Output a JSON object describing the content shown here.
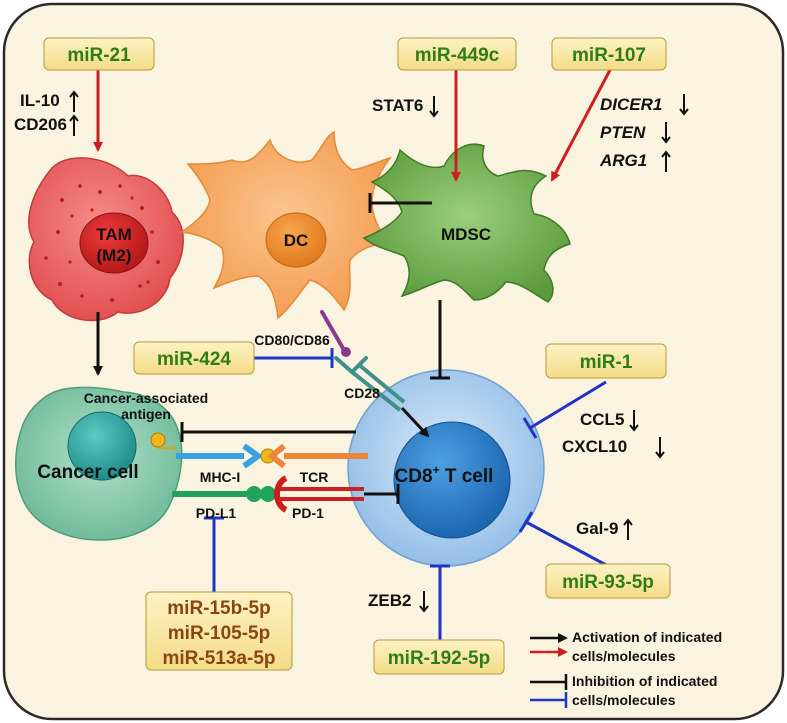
{
  "mirnas": {
    "mir21": "miR-21",
    "mir449c": "miR-449c",
    "mir107": "miR-107",
    "mir424": "miR-424",
    "mir1": "miR-1",
    "mir93": "miR-93-5p",
    "mir192": "miR-192-5p",
    "mir15b": "miR-15b-5p",
    "mir105": "miR-105-5p",
    "mir513a": "miR-513a-5p"
  },
  "cells": {
    "tam_line1": "TAM",
    "tam_line2": "(M2)",
    "dc": "DC",
    "mdsc": "MDSC",
    "cancer": "Cancer cell",
    "tcell_pre": "CD8",
    "tcell_sup": "+",
    "tcell_post": " T cell"
  },
  "molecules": {
    "il10": "IL-10",
    "cd206": "CD206",
    "stat6": "STAT6",
    "dicer1": "DICER1",
    "pten": "PTEN",
    "arg1": "ARG1",
    "cd80_86": "CD80/CD86",
    "cd28": "CD28",
    "antigen_line1": "Cancer-associated",
    "antigen_line2": "antigen",
    "mhc1": "MHC-I",
    "tcr": "TCR",
    "pdl1": "PD-L1",
    "pd1": "PD-1",
    "ccl5": "CCL5",
    "cxcl10": "CXCL10",
    "gal9": "Gal-9",
    "zeb2": "ZEB2"
  },
  "legend": {
    "activation_line1": "Activation of indicated",
    "activation_line2": "cells/molecules",
    "inhibition_line1": "Inhibition of indicated",
    "inhibition_line2": "cells/molecules"
  },
  "colors": {
    "background": "#faf3e0",
    "mirna_box": "#f9e7a6",
    "mirna_text_green": "#2e7d1a",
    "mirna_text_brown": "#8b4513",
    "tam": "#e85a5a",
    "dc": "#f5a65b",
    "mdsc": "#6aa84f",
    "cancer": "#7fc6a8",
    "tcell": "#a9cbea",
    "activation_black": "#111111",
    "activation_red": "#cc1f1f",
    "inhibition_black": "#111111",
    "inhibition_blue": "#1f35c4"
  }
}
